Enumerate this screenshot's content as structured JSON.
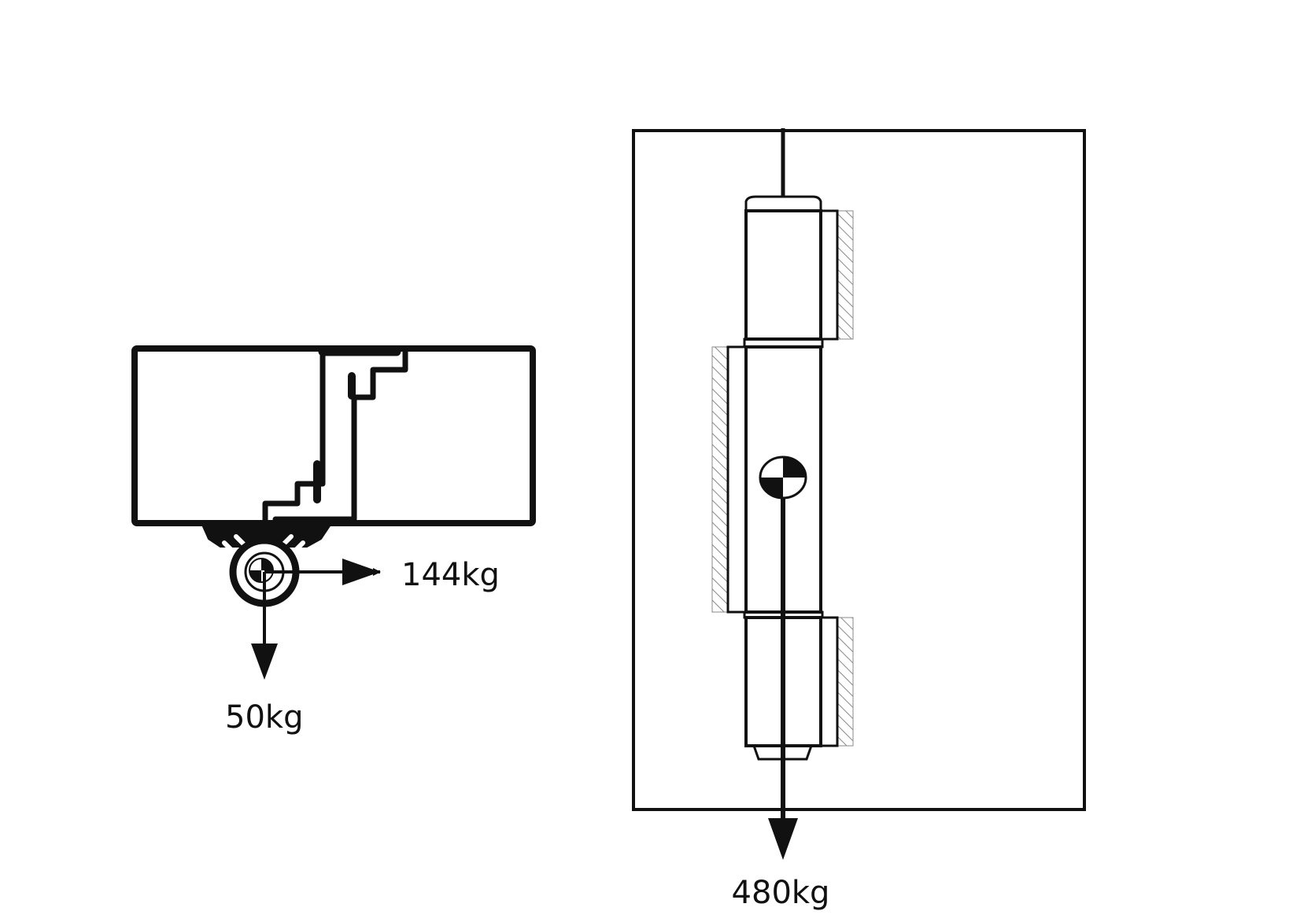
{
  "left_diagram": {
    "horizontal_force_label": "144kg",
    "vertical_force_label": "50kg"
  },
  "right_diagram": {
    "vertical_force_label": "480kg"
  },
  "colors": {
    "ink": "#111111",
    "hatch": "#888888",
    "background": "#ffffff"
  }
}
